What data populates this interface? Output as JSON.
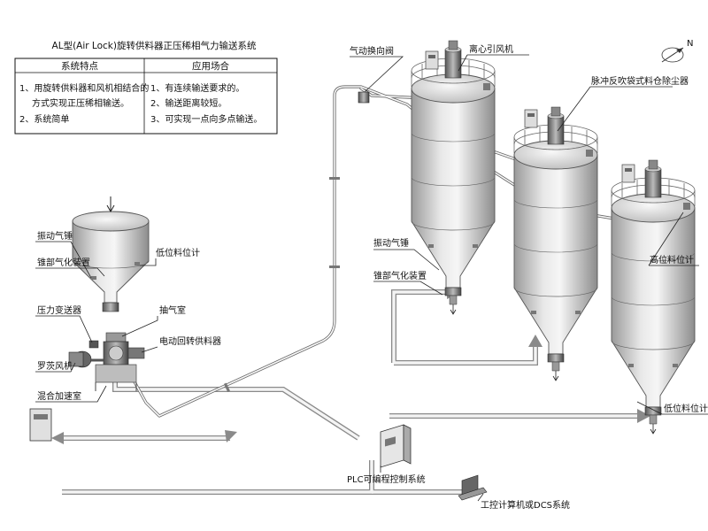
{
  "table": {
    "title": "AL型(Air Lock)旋转供料器正压稀相气力输送系统",
    "headers": [
      "系统特点",
      "应用场合"
    ],
    "left_rows": [
      "1、用旋转供料器和风机相结合的",
      "方式实现正压稀相输送。",
      "2、系统简单"
    ],
    "right_rows": [
      "1、有连续输送要求的。",
      "2、输送距离较短。",
      "3、可实现一点向多点输送。"
    ]
  },
  "labels": {
    "pneumatic_valve": "气动换向阀",
    "centrifugal_fan": "离心引风机",
    "pulse_filter": "脉冲反吹袋式料仓除尘器",
    "vibrator_silo": "振动气锤",
    "cone_aerator_silo": "锥部气化装置",
    "high_level": "高位料位计",
    "low_level_silo": "低位料位计",
    "vibrator_hopper": "振动气锤",
    "cone_aerator_hopper": "锥部气化装置",
    "low_level_hopper": "低位料位计",
    "pressure_transmitter": "压力变送器",
    "exhaust_chamber": "抽气室",
    "rotary_feeder": "电动回转供料器",
    "roots_blower": "罗茨风机",
    "mixing_chamber": "混合加速室",
    "plc": "PLC可编程控制系统",
    "ipc": "工控计算机或DCS系统",
    "north": "N"
  }
}
